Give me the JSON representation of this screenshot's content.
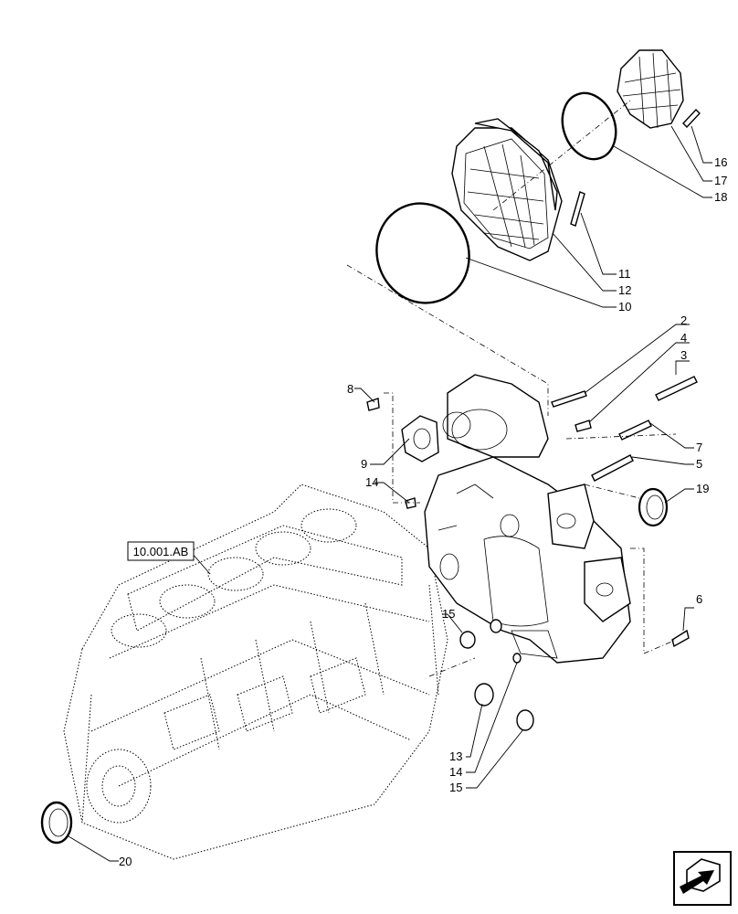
{
  "reference_box": "10.001.AB",
  "callouts": [
    "2",
    "4",
    "3",
    "7",
    "5",
    "8",
    "9",
    "14",
    "19",
    "6",
    "15",
    "13",
    "14",
    "15",
    "11",
    "12",
    "10",
    "16",
    "17",
    "18",
    "20"
  ],
  "nav_icon": "next-page-arrow-icon"
}
